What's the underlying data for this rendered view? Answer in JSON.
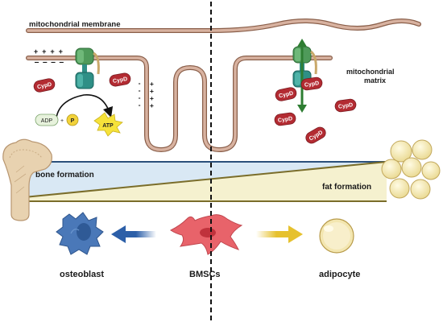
{
  "labels": {
    "membrane": "mitochondrial membrane",
    "matrix_line1": "mitochondrial",
    "matrix_line2": "matrix",
    "bone_formation": "bone formation",
    "fat_formation": "fat formation",
    "osteoblast": "osteoblast",
    "bmscs": "BMSCs",
    "adipocyte": "adipocyte"
  },
  "molecules": {
    "cypd": "CypD",
    "adp": "ADP",
    "plus": "+",
    "p": "P",
    "atp": "ATP"
  },
  "charges": {
    "plus_row": "+ + + +",
    "minus_row": "– – – –",
    "side_plus": "+",
    "side_minus": "-"
  },
  "colors": {
    "membrane": "#c9a08a",
    "membrane_stroke": "#8a5f4a",
    "cypd": "#b32b32",
    "atp_synthase": "#2f8f86",
    "bone_band": "#d9e8f4",
    "fat_band": "#f5f1cf",
    "blue_arrow": "#2c5fa8",
    "yellow_arrow": "#e6c12e",
    "green_arrow": "#2e7d32",
    "osteoblast": "#4a78b8",
    "bmsc": "#e8636a",
    "adipocyte": "#f3e6b0"
  }
}
